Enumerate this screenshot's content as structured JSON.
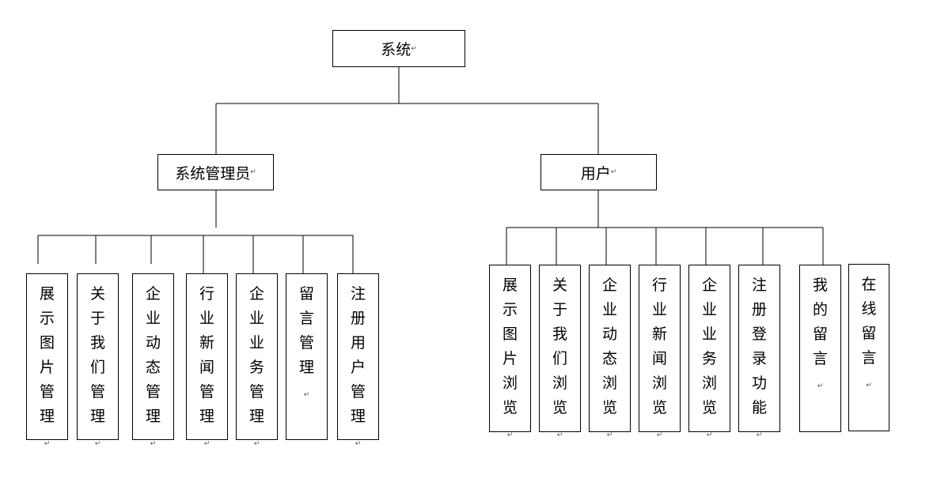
{
  "root": {
    "label": "系统"
  },
  "branches": [
    {
      "label": "系统管理员",
      "children": [
        "展示图片管理",
        "关于我们管理",
        "企业动态管理",
        "行业新闻管理",
        "企业业务管理",
        "留言管理",
        "注册用户管理"
      ]
    },
    {
      "label": "用户",
      "children": [
        "展示图片浏览",
        "关于我们浏览",
        "企业动态浏览",
        "行业新闻浏览",
        "企业业务浏览",
        "注册登录功能",
        "我的留言",
        "在线留言"
      ]
    }
  ],
  "paragraph_mark": "↵"
}
